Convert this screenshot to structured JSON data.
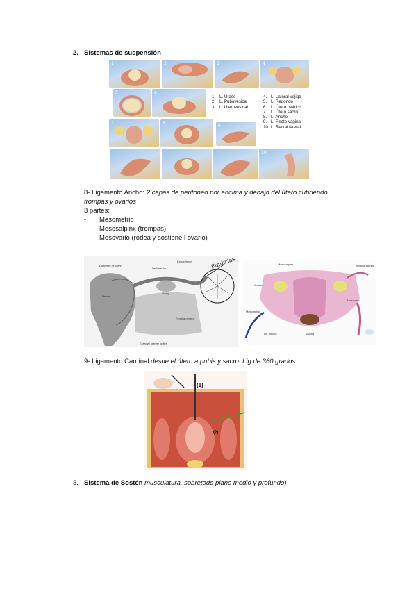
{
  "section2": {
    "number": "2.",
    "title": "Sistemas de suspensión"
  },
  "figure1": {
    "tiles": [
      "1",
      "2",
      "3",
      "4",
      "5",
      "6",
      "7",
      "8",
      "9",
      "10"
    ],
    "legend_left": [
      {
        "n": "1.",
        "t": "L. Uraco"
      },
      {
        "n": "2.",
        "t": "L. Pubovesical"
      },
      {
        "n": "3.",
        "t": "L. Uterovesical"
      }
    ],
    "legend_right": [
      {
        "n": "4.",
        "t": "L. Lateral vejiga"
      },
      {
        "n": "5.",
        "t": "L. Redondo"
      },
      {
        "n": "6.",
        "t": "L. Útero ovárico"
      },
      {
        "n": "7.",
        "t": "L. Útero sacro"
      },
      {
        "n": "8.",
        "t": "L. Ancho"
      },
      {
        "n": "9.",
        "t": "L. Recto vaginal"
      },
      {
        "n": "10.",
        "t": "L. Rectal lateral"
      }
    ]
  },
  "ligamento_ancho": {
    "label": "8- Ligamento Ancho:",
    "desc_line1": "2 capas de peritoneo por encima y debajo del útero cubriendo",
    "desc_line2": "trompas y ovarios",
    "parts_title": "3 partes:",
    "parts": [
      "Mesometrio",
      "Mesosalpinx (trompas)",
      "Mesovario (rodea y sostiene l ovario)"
    ],
    "dash": "-"
  },
  "figure2": {
    "left_labels": {
      "ligament_ovary": "Ligament of ovary",
      "uterine_tube": "Uterine tube",
      "epoophoron": "Epoöphoron",
      "ovary": "Ovary",
      "uterus": "Uterus",
      "fimbria": "Fimbria ovarica",
      "external_os": "External uterine orifice",
      "handwritten": "Fimbrias"
    },
    "right_labels": {
      "mesosalpinx": "Mesosalpinx",
      "mesovario": "Mesovario",
      "mesometrio": "Mesometrio",
      "trompa": "Trompa uterina",
      "ovario": "Ovario",
      "lig_ancho": "Lig. ancho",
      "vagina": "Vagina"
    }
  },
  "ligamento_cardinal": {
    "label": "9- Ligamento Cardinal",
    "desc": "desde el útero a pubis y sacro. Lig de 360 grados"
  },
  "figure3": {
    "label1": "(1)",
    "label2": "(2)"
  },
  "section3": {
    "number": "3.",
    "title": "Sistema de Sostén",
    "desc": "musculatura, sobretodo plano medio y profundo)"
  }
}
